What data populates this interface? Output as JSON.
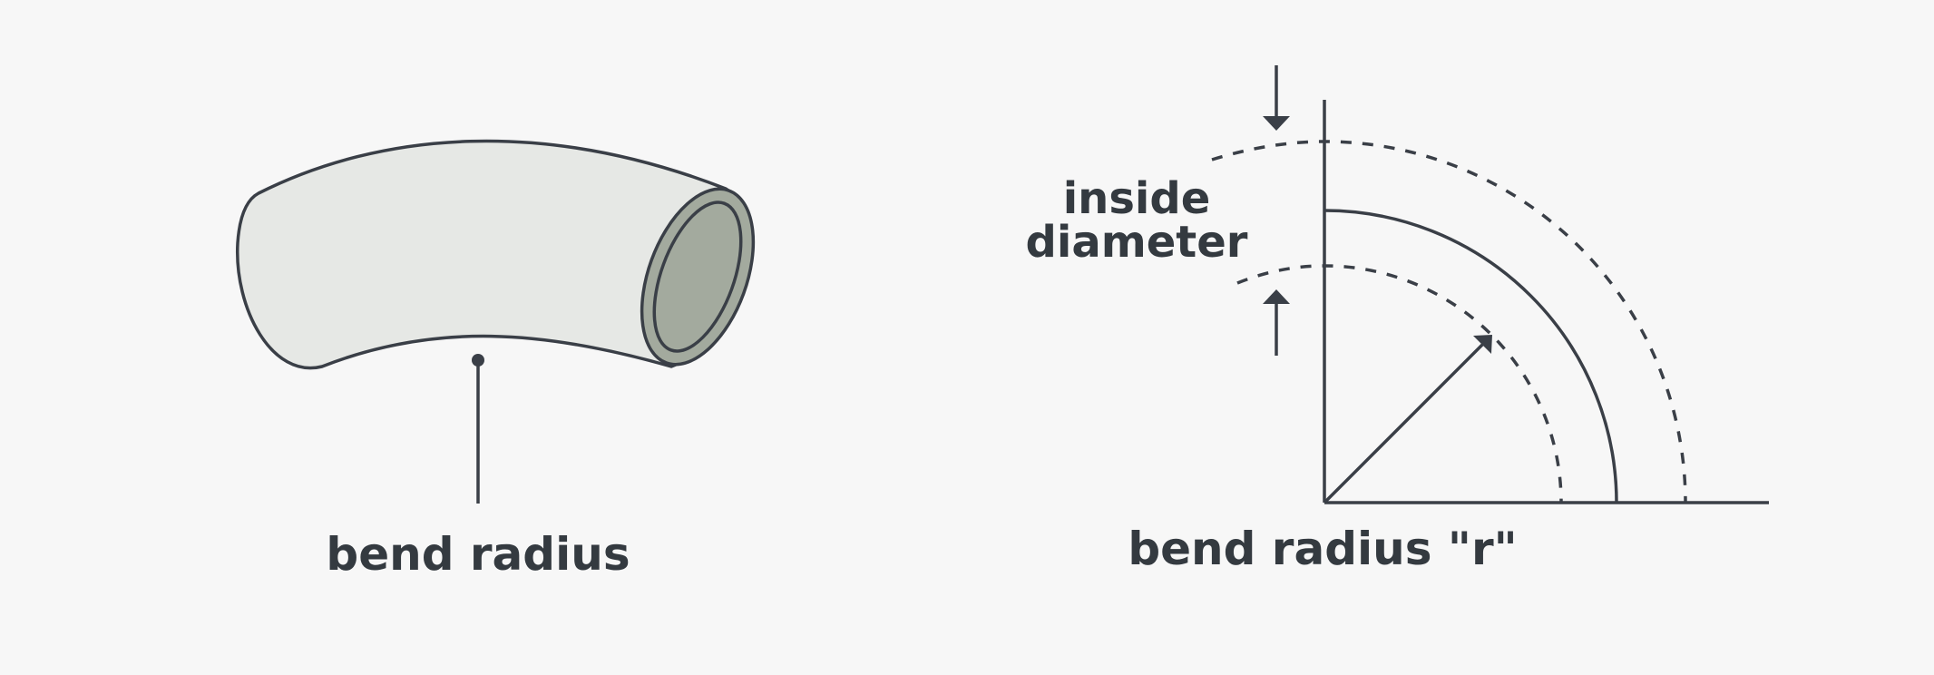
{
  "left_panel": {
    "label": "bend radius"
  },
  "right_panel": {
    "inside_label_line1": "inside",
    "inside_label_line2": "diameter",
    "radius_label": "bend radius \"r\""
  },
  "colors": {
    "background": "#f7f7f7",
    "stroke": "#3a3f47",
    "pipe_body": "#e6e8e5",
    "pipe_end_ring": "#a3aa9e",
    "label_text": "#343a40"
  }
}
